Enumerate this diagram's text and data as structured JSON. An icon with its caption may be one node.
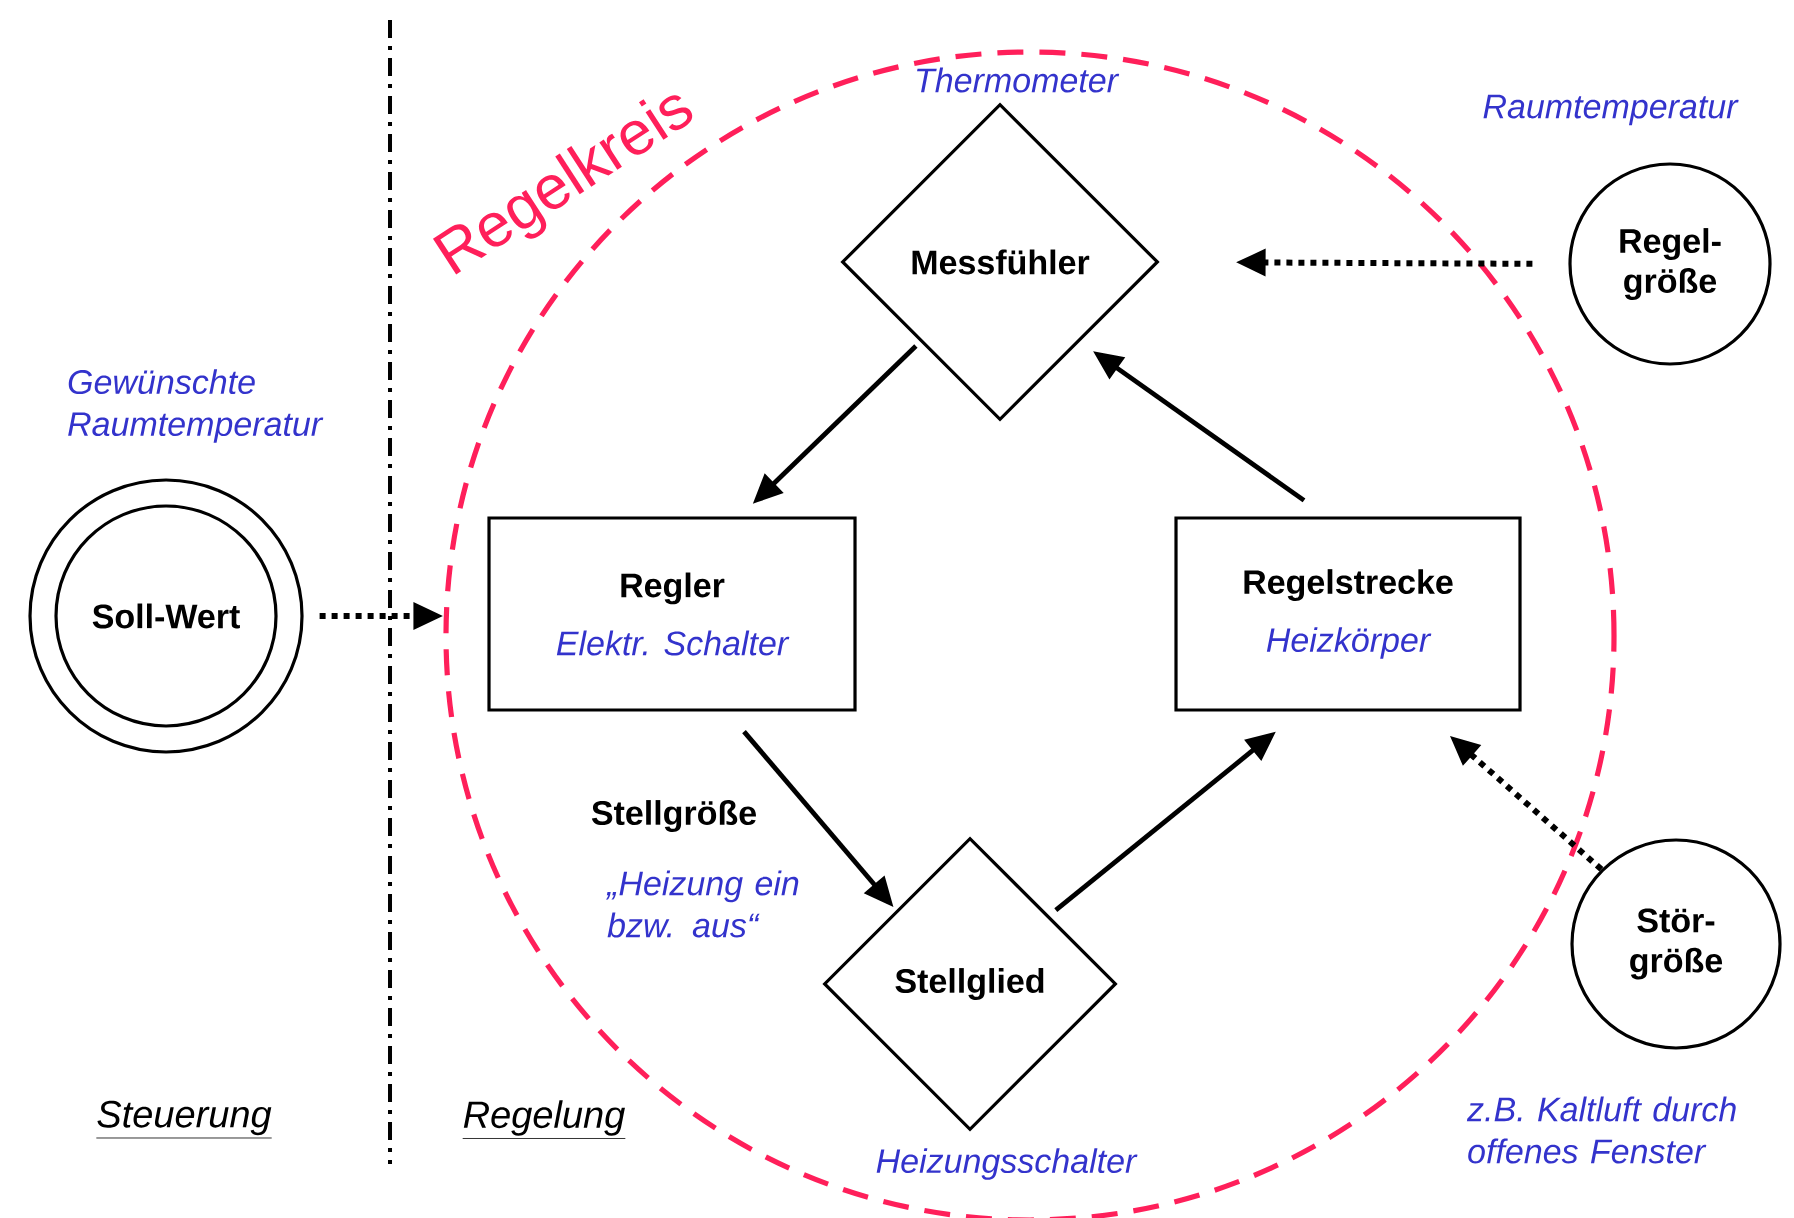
{
  "diagram": {
    "nodes": [
      {
        "text": [
          "Regelkreis"
        ]
      },
      {
        "text": [
          "Messfühler"
        ],
        "beside": [
          "Thermometer"
        ],
        "in": 0
      },
      {
        "text": [
          "Regel- größe"
        ],
        "beside": [
          "Raumtemperatur"
        ]
      },
      {
        "text": [
          "Soll-Wert"
        ],
        "beside": [
          "Gewünschte Raumtemperatur"
        ]
      },
      {
        "text": [
          "Regler",
          "Elektr. Schalter"
        ],
        "in": 0
      },
      {
        "text": [
          "Regelstrecke",
          "Heizkörper"
        ],
        "in": 0
      },
      {
        "text": [
          "Stellglied"
        ],
        "beside": [
          "Heizungsschalter"
        ],
        "in": 0
      },
      {
        "text": [
          "Stör- größe"
        ],
        "beside": [
          "z.B. Kaltluft durch offenes Fenster"
        ]
      }
    ],
    "edges": [
      {
        "from": 1,
        "to": 4,
        "arrow": "to"
      },
      {
        "from": 4,
        "to": 6,
        "arrow": "to",
        "label": "Stellgröße"
      },
      {
        "from": 6,
        "to": 5,
        "arrow": "to"
      },
      {
        "from": 5,
        "to": 1,
        "arrow": "to"
      },
      {
        "from": 2,
        "to": 1,
        "arrow": "to",
        "style": "dashed"
      },
      {
        "from": 3,
        "to": 0,
        "arrow": "to",
        "style": "dashed"
      },
      {
        "from": 7,
        "to": 5,
        "arrow": "to",
        "style": "dashed"
      }
    ],
    "labels": [
      "„Heizung ein bzw. aus“",
      "Steuerung",
      "Regelung"
    ]
  }
}
